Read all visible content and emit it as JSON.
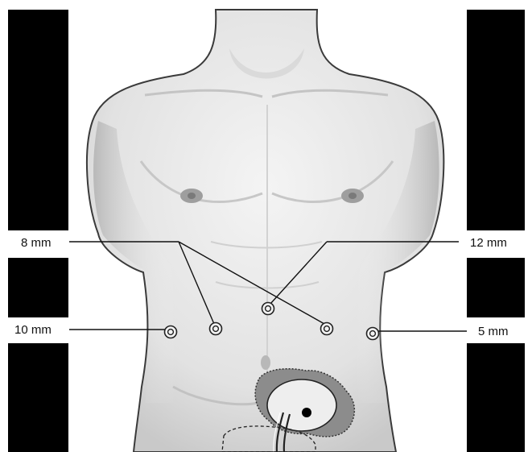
{
  "figure": {
    "labels": {
      "port_8mm": "8 mm",
      "port_12mm": "12 mm",
      "port_10mm": "10 mm",
      "port_5mm": "5 mm"
    },
    "colors": {
      "side_bars": "#000000",
      "skin": "#e6e6e6",
      "outline": "#3a3a3a",
      "leader_line": "#111111",
      "lesion": "#8c8c8c"
    }
  }
}
